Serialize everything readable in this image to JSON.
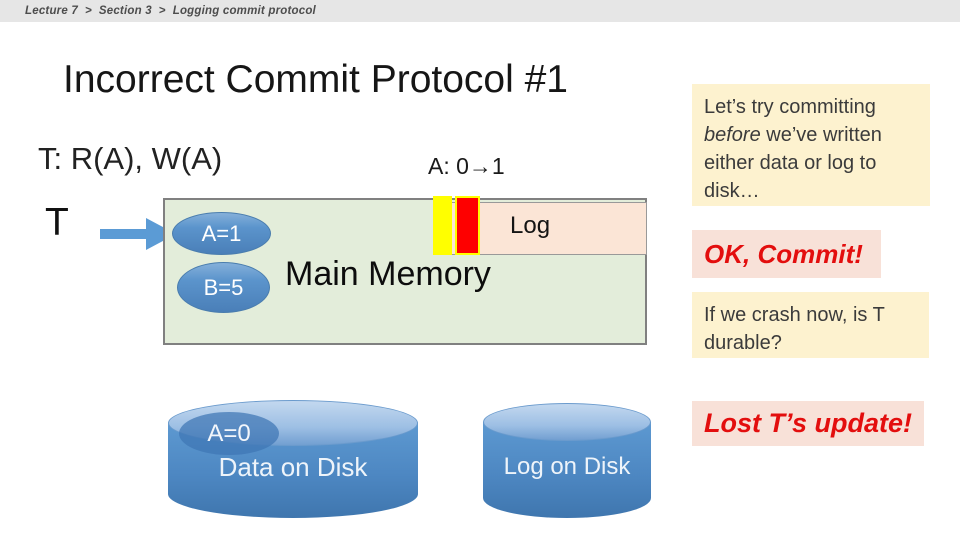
{
  "breadcrumb": {
    "items": [
      "Lecture 7",
      "Section 3",
      "Logging commit protocol"
    ],
    "separator": ">"
  },
  "slide": {
    "title": "Incorrect Commit Protocol #1",
    "transaction": "T: R(A), W(A)",
    "value_change": "A: 0→1",
    "t_label": "T"
  },
  "memory": {
    "label": "Main Memory",
    "log_label": "Log",
    "cells": [
      {
        "label": "A=1"
      },
      {
        "label": "B=5"
      }
    ]
  },
  "disks": {
    "data_disk": {
      "cell": "A=0",
      "label": "Data on Disk"
    },
    "log_disk": {
      "label": "Log on Disk"
    }
  },
  "notes": {
    "note1_pre": "Let’s try committing ",
    "note1_italic": "before",
    "note1_post": " we’ve written either data or log to disk…",
    "commit": "OK, Commit!",
    "crash_question": "If we crash now, is T durable?",
    "lost": "Lost T’s update!"
  },
  "colors": {
    "accent_blue": "#5b9bd5",
    "memory_green": "#e3edda",
    "log_peach": "#fbe5d6",
    "note_cream": "#fdf2cf",
    "alert_pink": "#f8e1d8",
    "alert_red": "#e30e0e",
    "stripe_yellow": "#ffff00",
    "stripe_red": "#fe0000"
  }
}
